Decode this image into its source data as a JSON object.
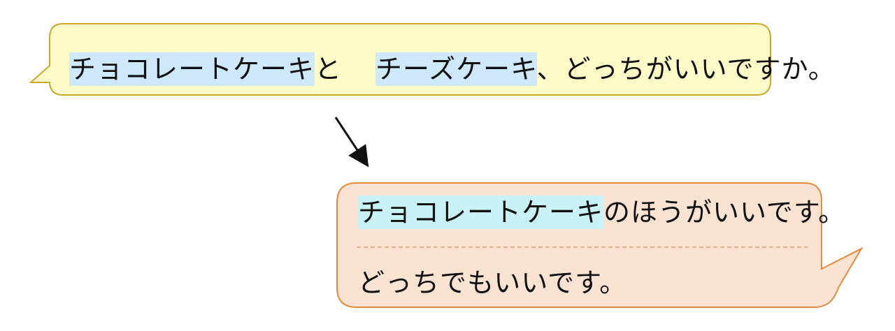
{
  "question": {
    "highlight_1": "チョコレートケーキ",
    "connector": "と",
    "highlight_2": "チーズケーキ",
    "rest": "、どっちがいいですか。"
  },
  "answers": {
    "answer_1_highlight": "チョコレートケーキ",
    "answer_1_rest": "のほうがいいです。",
    "answer_2": "どっちでもいいです。"
  },
  "colors": {
    "question_bubble_fill": "#fefbc9",
    "question_bubble_stroke": "#c8a92c",
    "answer_bubble_fill": "#fbe3d4",
    "answer_bubble_stroke": "#e68a3c",
    "highlight_blue": "#cde9fb",
    "highlight_cyan": "#c8f2f6"
  }
}
